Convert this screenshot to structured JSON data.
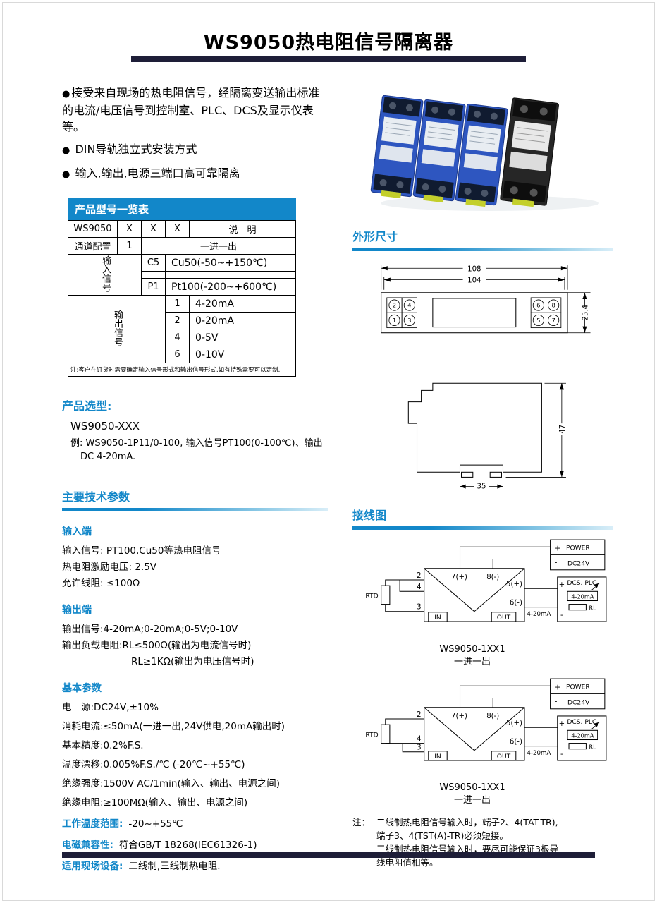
{
  "page": {
    "title": "WS9050热电阻信号隔离器"
  },
  "features": {
    "bullet": "●",
    "items": [
      "接受来自现场的热电阻信号，经隔离变送输出标准的电流/电压信号到控制室、PLC、DCS及显示仪表等。",
      "DIN导轨独立式安装方式",
      "输入,输出,电源三端口高可靠隔离"
    ]
  },
  "model_table": {
    "title": "产品型号一览表",
    "model": "WS9050",
    "x1": "X",
    "x2": "X",
    "x3": "X",
    "desc_header": "说　明",
    "channel": {
      "label": "通道配置",
      "code": "1",
      "desc": "一进一出"
    },
    "input": {
      "label": "输入信号",
      "rows": [
        {
          "code": "C5",
          "desc": "Cu50(-50~+150℃)"
        },
        {
          "code": "P1",
          "desc": "Pt100(-200~+600℃)"
        }
      ]
    },
    "output": {
      "label": "输出信号",
      "rows": [
        {
          "code": "1",
          "desc": "4-20mA"
        },
        {
          "code": "2",
          "desc": "0-20mA"
        },
        {
          "code": "4",
          "desc": "0-5V"
        },
        {
          "code": "6",
          "desc": "0-10V"
        }
      ]
    },
    "note": "注:客户在订货时需要确定输入信号形式和输出信号形式,如有特殊需要可以定制."
  },
  "selection": {
    "heading": "产品选型:",
    "model": "WS9050-XXX",
    "example1": "例: WS9050-1P11/0-100,  输入信号PT100(0-100℃)、输出",
    "example2": "DC 4-20mA."
  },
  "tech": {
    "heading": "主要技术参数",
    "groups": [
      {
        "title": "输入端",
        "lines": [
          "输入信号: PT100,Cu50等热电阻信号",
          "热电阻激励电压: 2.5V",
          "允许线阻: ≤100Ω"
        ]
      },
      {
        "title": "输出端",
        "lines": [
          "输出信号:4-20mA;0-20mA;0-5V;0-10V",
          "输出负载电阻:RL≤500Ω(输出为电流信号时)",
          "RL≥1KΩ(输出为电压信号时)"
        ]
      },
      {
        "title": "基本参数",
        "lines": [
          "电　源:DC24V,±10%",
          "消耗电流:≤50mA(一进一出,24V供电,20mA输出时)",
          "基本精度:0.2%F.S.",
          "温度漂移:0.005%F.S./℃ (-20℃~+55℃)",
          "绝缘强度:1500V AC/1min(输入、输出、电源之间)",
          "绝缘电阻:≥100MΩ(输入、输出、电源之间)"
        ]
      }
    ],
    "footer_params": [
      {
        "label": "工作温度范围:",
        "value": "-20~+55℃"
      },
      {
        "label": "电磁兼容性:",
        "value": "符合GB/T 18268(IEC61326-1)"
      },
      {
        "label": "适用现场设备:",
        "value": "二线制,三线制热电阻."
      }
    ]
  },
  "outline": {
    "heading": "外形尺寸",
    "top_view": {
      "dim_width_outer": "108",
      "dim_width_inner": "104",
      "dim_height": "25.4",
      "terminals_left": [
        "2",
        "4",
        "1",
        "3"
      ],
      "terminals_right": [
        "6",
        "8",
        "5",
        "7"
      ]
    },
    "side_view": {
      "dim_height": "47",
      "dim_width": "35"
    }
  },
  "wiring": {
    "heading": "接线图",
    "labels": {
      "rtd": "RTD",
      "t2": "2",
      "t4": "4",
      "t3": "3",
      "t7": "7(+)",
      "t8": "8(-)",
      "t5": "5(+)",
      "t6": "6(-)",
      "in": "IN",
      "out": "OUT",
      "power": "POWER",
      "dc24v": "DC24V",
      "dcs": "DCS. PLC",
      "meter": "4-20mA",
      "rl": "RL",
      "loop": "4-20mA",
      "plus": "+",
      "minus": "-"
    },
    "caption_model": "WS9050-1XX1",
    "caption_mode": "一进一出",
    "note_label": "注：",
    "note_lines": [
      "二线制热电阻信号输入时，端子2、4(TAT-TR),",
      "端子3、4(TST(A)-TR)必须短接。",
      "三线制热电阻信号输入时，要尽可能保证3根导",
      "线电阻值相等。"
    ]
  },
  "colors": {
    "accent_blue": "#1287c9",
    "dark_bar": "#1e1e38"
  }
}
